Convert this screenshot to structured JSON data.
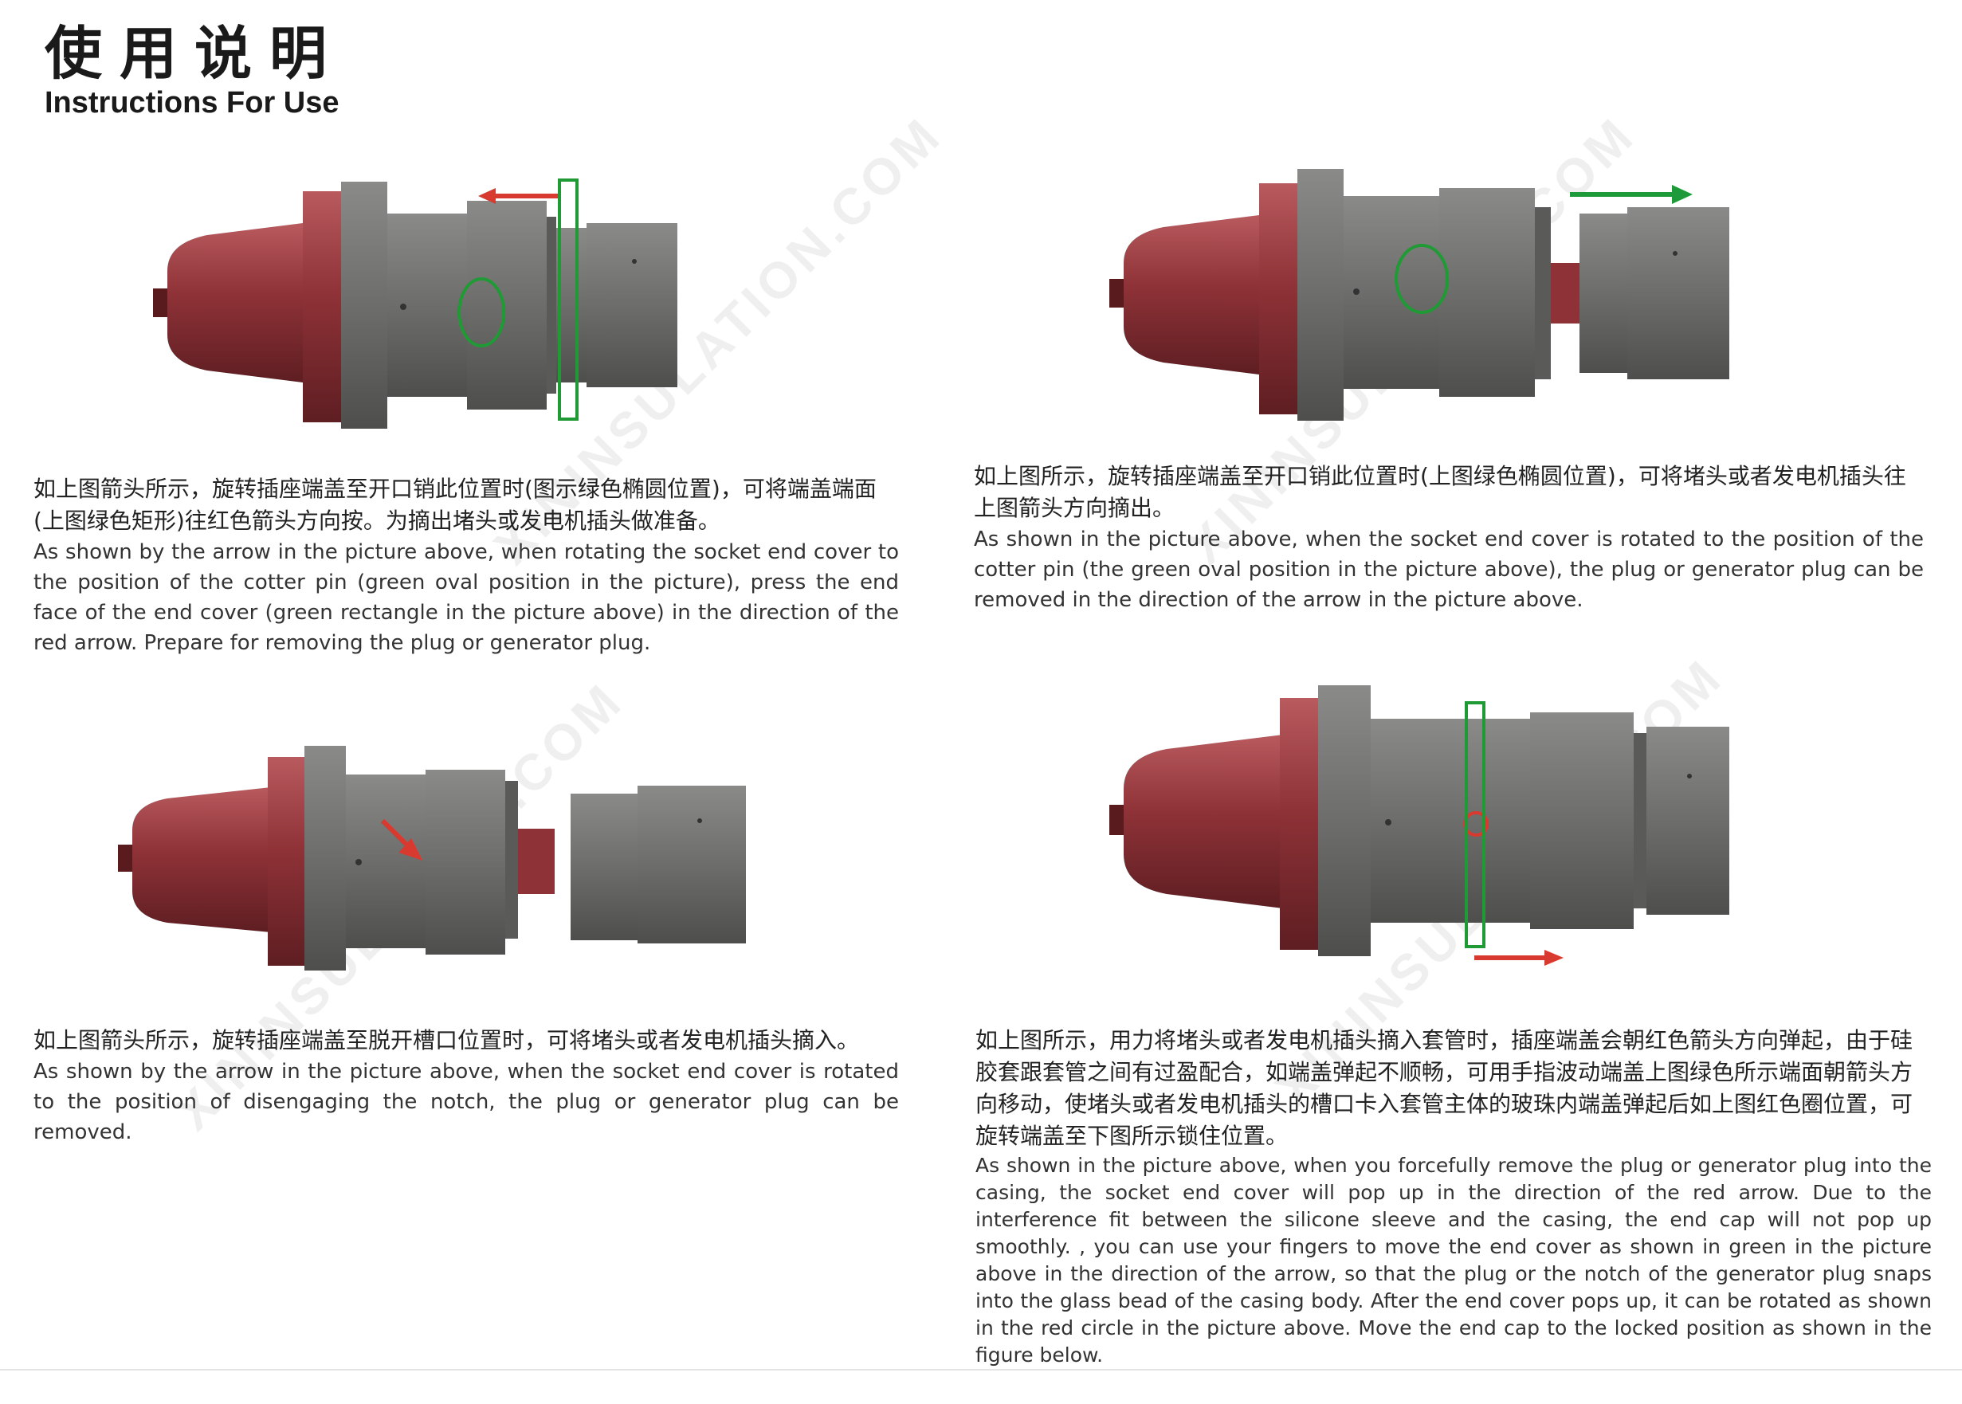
{
  "header": {
    "title_zh": "使用说明",
    "title_en": "Instructions For Use"
  },
  "watermark": "XININSULATION.COM",
  "colors": {
    "body_red": "#8e3237",
    "metal_gray": "#6d6d6b",
    "green": "#1f9a34",
    "arrow_red": "#d83a2f",
    "arrow_green": "#1e9a3a"
  },
  "steps": [
    {
      "zh": "如上图箭头所示，旋转插座端盖至开口销此位置时(图示绿色椭圆位置)，可将端盖端面(上图绿色矩形)往红色箭头方向按。为摘出堵头或发电机插头做准备。",
      "en": "As shown by the arrow in the picture above, when rotating the socket end cover to the position of the cotter pin (green oval position in the picture), press the end face of the end cover (green rectangle in the picture above) in the direction of the red arrow. Prepare for removing the plug or generator plug."
    },
    {
      "zh": "如上图所示，旋转插座端盖至开口销此位置时(上图绿色椭圆位置)，可将堵头或者发电机插头往上图箭头方向摘出。",
      "en": "As shown in the picture above, when the socket end cover is rotated to the position of the cotter pin (the green oval position in the picture above), the plug or generator plug can be removed in the direction of the arrow in the picture above."
    },
    {
      "zh": "如上图箭头所示，旋转插座端盖至脱开槽口位置时，可将堵头或者发电机插头摘入。",
      "en": "As shown by the arrow in the picture above, when the socket end cover is rotated to the position of disengaging the notch, the plug or generator plug can be removed."
    },
    {
      "zh": "如上图所示，用力将堵头或者发电机插头摘入套管时，插座端盖会朝红色箭头方向弹起，由于硅胶套跟套管之间有过盈配合，如端盖弹起不顺畅，可用手指波动端盖上图绿色所示端面朝箭头方向移动，使堵头或者发电机插头的槽口卡入套管主体的玻珠内端盖弹起后如上图红色圈位置，可旋转端盖至下图所示锁住位置。",
      "en": "As shown in the picture above, when you forcefully remove the plug or generator plug into the casing, the socket end cover will pop up in the direction of the red arrow. Due to the interference fit between the silicone sleeve and the casing, the end cap will not pop up smoothly. , you can use your fingers to move the end cover as shown in green in the picture above in the direction of the arrow, so that the plug or the notch of the generator plug snaps into the glass bead of the casing body. After the end cover pops up, it can be rotated as shown in the red circle in the picture above. Move the end cap to the locked position as shown in the figure below."
    }
  ]
}
